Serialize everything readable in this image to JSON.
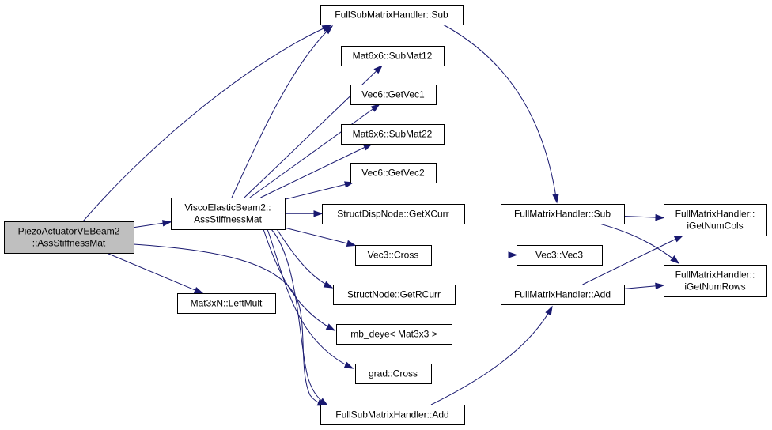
{
  "diagram": {
    "colors": {
      "edge": "#191970",
      "root_fill": "#bfbfbf",
      "node_fill": "#ffffff",
      "border": "#000000"
    },
    "nodes": {
      "root": {
        "lines": [
          "PiezoActuatorVEBeam2",
          "::AssStiffnessMat"
        ]
      },
      "visco": {
        "lines": [
          "ViscoElasticBeam2::",
          "AssStiffnessMat"
        ]
      },
      "mat3xn": {
        "lines": [
          "Mat3xN::LeftMult"
        ]
      },
      "fsmh_sub": {
        "lines": [
          "FullSubMatrixHandler::Sub"
        ]
      },
      "submat12": {
        "lines": [
          "Mat6x6::SubMat12"
        ]
      },
      "getvec1": {
        "lines": [
          "Vec6::GetVec1"
        ]
      },
      "submat22": {
        "lines": [
          "Mat6x6::SubMat22"
        ]
      },
      "getvec2": {
        "lines": [
          "Vec6::GetVec2"
        ]
      },
      "getxcurr": {
        "lines": [
          "StructDispNode::GetXCurr"
        ]
      },
      "vec3cross": {
        "lines": [
          "Vec3::Cross"
        ]
      },
      "getrcurr": {
        "lines": [
          "StructNode::GetRCurr"
        ]
      },
      "mbdeye": {
        "lines": [
          "mb_deye< Mat3x3 >"
        ]
      },
      "gradcross": {
        "lines": [
          "grad::Cross"
        ]
      },
      "fsmh_add": {
        "lines": [
          "FullSubMatrixHandler::Add"
        ]
      },
      "fmh_sub": {
        "lines": [
          "FullMatrixHandler::Sub"
        ]
      },
      "vec3ctor": {
        "lines": [
          "Vec3::Vec3"
        ]
      },
      "fmh_add": {
        "lines": [
          "FullMatrixHandler::Add"
        ]
      },
      "getnumcols": {
        "lines": [
          "FullMatrixHandler::",
          "iGetNumCols"
        ]
      },
      "getnumrows": {
        "lines": [
          "FullMatrixHandler::",
          "iGetNumRows"
        ]
      }
    },
    "edges": [
      [
        "root",
        "visco"
      ],
      [
        "root",
        "mat3xn"
      ],
      [
        "root",
        "fsmh_sub"
      ],
      [
        "root",
        "fsmh_add"
      ],
      [
        "visco",
        "fsmh_sub"
      ],
      [
        "visco",
        "submat12"
      ],
      [
        "visco",
        "getvec1"
      ],
      [
        "visco",
        "submat22"
      ],
      [
        "visco",
        "getvec2"
      ],
      [
        "visco",
        "getxcurr"
      ],
      [
        "visco",
        "vec3cross"
      ],
      [
        "visco",
        "getrcurr"
      ],
      [
        "visco",
        "mbdeye"
      ],
      [
        "visco",
        "gradcross"
      ],
      [
        "visco",
        "fsmh_add"
      ],
      [
        "fsmh_sub",
        "fmh_sub"
      ],
      [
        "fsmh_add",
        "fmh_add"
      ],
      [
        "vec3cross",
        "vec3ctor"
      ],
      [
        "fmh_sub",
        "getnumcols"
      ],
      [
        "fmh_sub",
        "getnumrows"
      ],
      [
        "fmh_add",
        "getnumcols"
      ],
      [
        "fmh_add",
        "getnumrows"
      ]
    ]
  }
}
